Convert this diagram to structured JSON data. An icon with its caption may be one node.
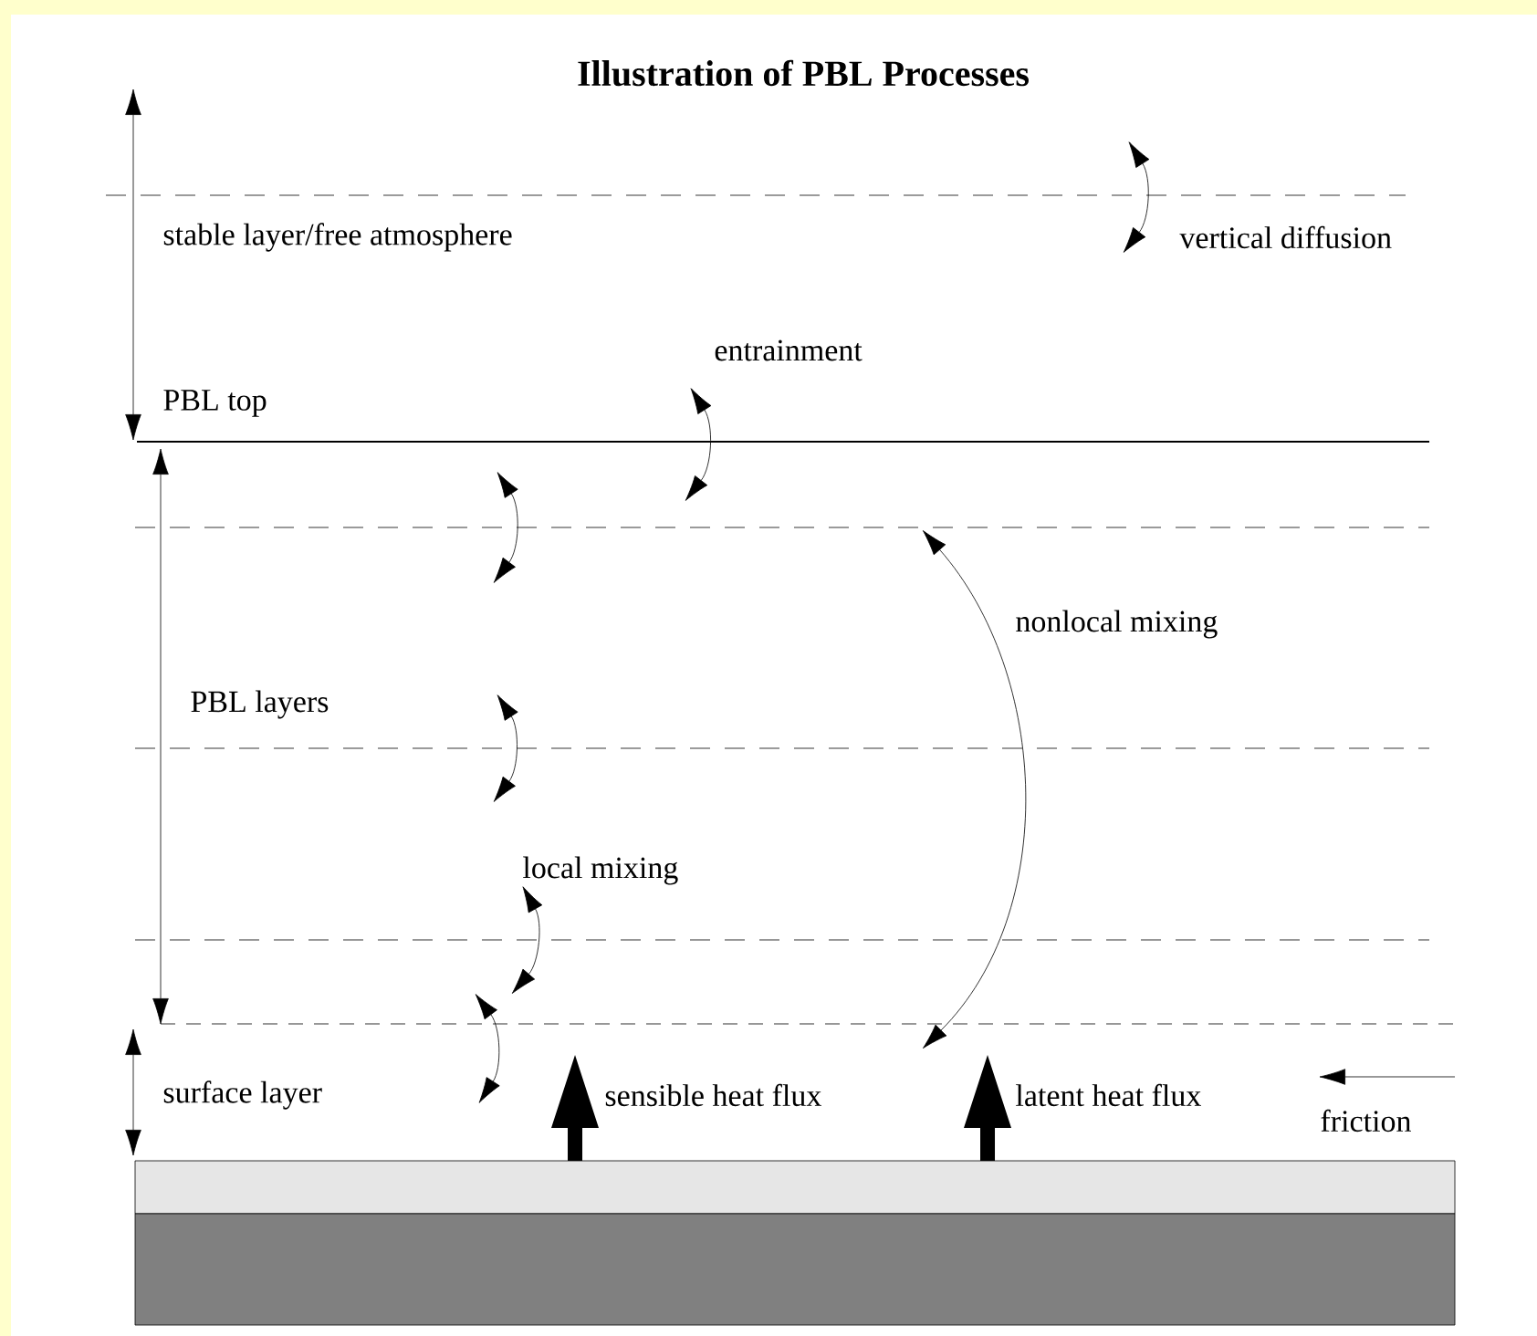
{
  "diagram": {
    "title": "Illustration of PBL Processes",
    "labels": [
      "stable layer/free atmosphere",
      "vertical diffusion",
      "entrainment",
      "PBL top",
      "nonlocal mixing",
      "PBL layers",
      "local mixing",
      "surface layer",
      "sensible heat flux",
      "latent heat flux",
      "friction"
    ]
  }
}
